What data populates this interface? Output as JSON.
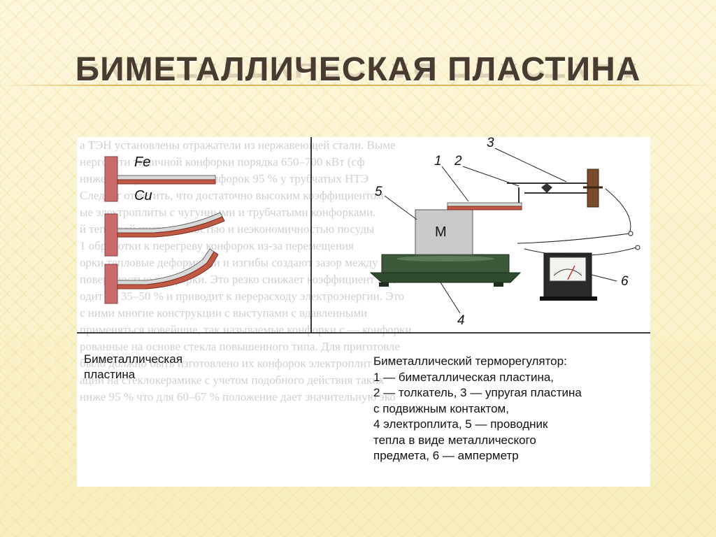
{
  "slide": {
    "title": "БИМЕТАЛЛИЧЕСКАЯ ПЛАСТИНА"
  },
  "figure": {
    "left_panel": {
      "label_fe": "Fe",
      "label_cu": "Cu",
      "caption_line1": "Биметаллическая",
      "caption_line2": "пластина"
    },
    "right_panel": {
      "marks": [
        "1",
        "2",
        "3",
        "5",
        "4",
        "6"
      ],
      "label_m": "M",
      "caption_lines": [
        "Биметаллический терморегулятор:",
        "1 — биметаллическая пластина,",
        "2 — толкатель, 3 — упругая пластина",
        "с подвижным контактом,",
        "4 электроплита, 5 — проводник",
        "тепла в виде металлического",
        "предмета, 6 — амперметр"
      ]
    },
    "background_text_lines": [
      "а ТЭН установлены отражатели из нержавеющей стали. Выме",
      "нергосети типичной конфорки порядка 650–700 кВт (сф",
      "ниже у нагревательных конфорок 95 % у трубчатых НТЭ",
      "  Следует отметить, что достаточно высоким коэффициентом",
      "ые электроплиты с чугунными и трубчатыми конфорками.",
      "й тепловой инерционностью и неэкономичностью посуды",
      "1 обработки к перегреву конфорок из-за перемещения",
      "орки тепловые деформации и изгибы создают зазор между",
      "поверхностью конфорки. Это резко снижает коэффициент пол",
      "одит до 35–50 % и приводит к перерасходу электроэнергии. Это",
      "  с ними многие конструкции с выступами с вдавленными",
      "применяться новейшие, так называемые конфорки с — конфорки",
      "рованные на основе стекла повышенного типа. Для приготовле",
      "  было должно быть изготовлено их конфорок электроплит",
      "ации на стеклокерамике с учетом подобного действия таких",
      "  ниже 95 % что для 60–67 % положение дает значительную эко"
    ]
  }
}
